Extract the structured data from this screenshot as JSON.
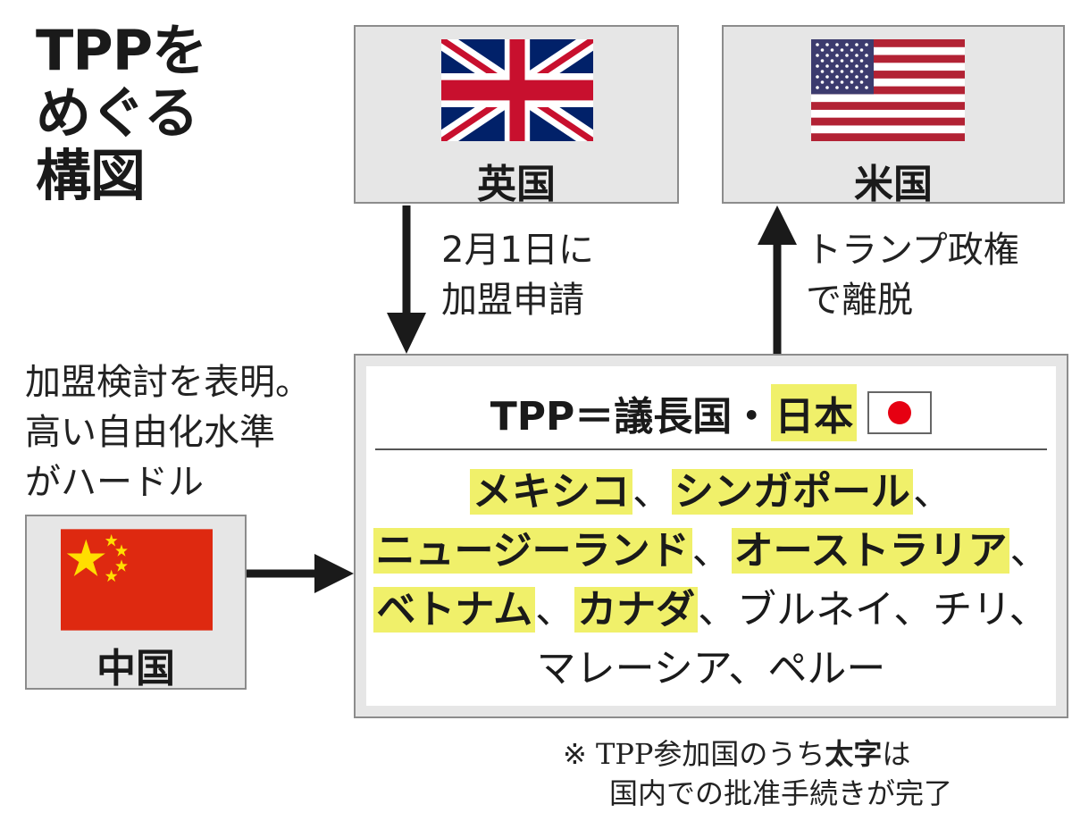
{
  "title": {
    "line1": "TPPを",
    "line2": "めぐる",
    "line3": "構図"
  },
  "uk": {
    "label": "英国",
    "arrow_note_line1": "2月1日に",
    "arrow_note_line2": "加盟申請"
  },
  "us": {
    "label": "米国",
    "arrow_note_line1": "トランプ政権",
    "arrow_note_line2": "で離脱"
  },
  "china": {
    "label": "中国",
    "note_line1": "加盟検討を表明。",
    "note_line2": "高い自由化水準",
    "note_line3": "がハードル"
  },
  "tpp": {
    "title_prefix": "TPP＝議長国・",
    "chair": "日本",
    "members": [
      [
        {
          "name": "メキシコ",
          "bold": true
        },
        {
          "name": "、",
          "bold": false
        },
        {
          "name": "シンガポール",
          "bold": true
        },
        {
          "name": "、",
          "bold": false
        }
      ],
      [
        {
          "name": "ニュージーランド",
          "bold": true
        },
        {
          "name": "、",
          "bold": false
        },
        {
          "name": "オーストラリア",
          "bold": true
        },
        {
          "name": "、",
          "bold": false
        }
      ],
      [
        {
          "name": "ベトナム",
          "bold": true
        },
        {
          "name": "、",
          "bold": false
        },
        {
          "name": "カナダ",
          "bold": true
        },
        {
          "name": "、ブルネイ、チリ、",
          "bold": false
        }
      ],
      [
        {
          "name": "マレーシア、ペルー",
          "bold": false
        }
      ]
    ]
  },
  "footnote": {
    "line1_prefix": "※ TPP参加国のうち",
    "line1_bold": "太字",
    "line1_suffix": "は",
    "line2": "国内での批准手続きが完了"
  },
  "colors": {
    "highlight": "#f0f06a",
    "box_fill": "#e6e6e6",
    "arrow": "#1a1a1a",
    "japan_red": "#e60012",
    "china_red": "#de2910",
    "china_yellow": "#ffde00",
    "uk_blue": "#012169",
    "uk_red": "#c8102e",
    "us_red": "#b22234",
    "us_blue": "#3c3b6e"
  }
}
